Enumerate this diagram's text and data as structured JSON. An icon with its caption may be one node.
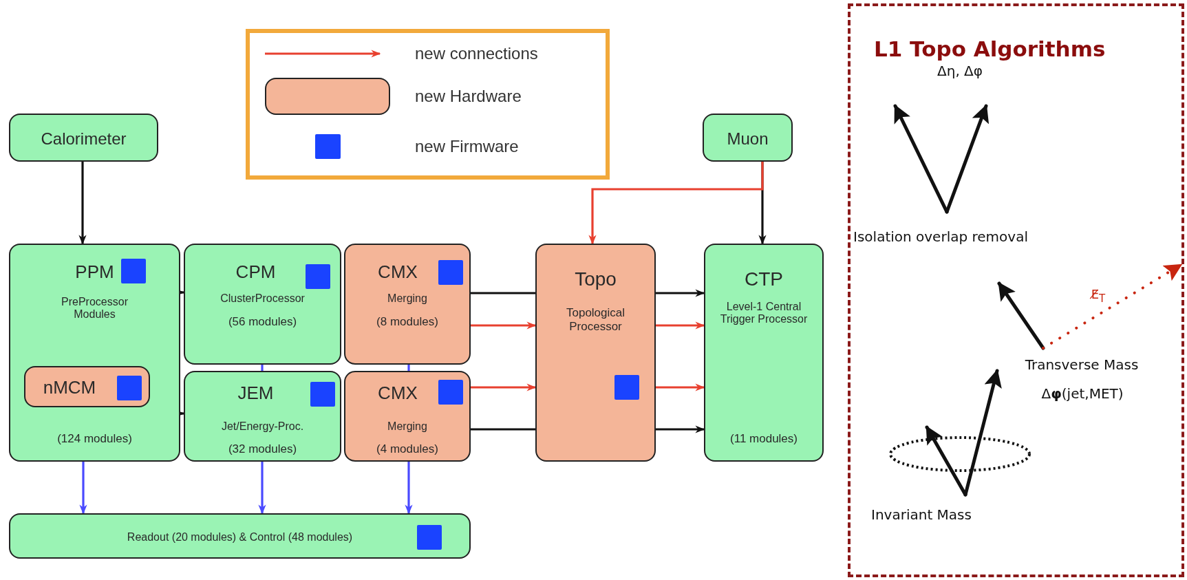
{
  "diagram": {
    "nodes": [
      {
        "text": [
          "Calorimeter"
        ]
      },
      {
        "text": [
          "Muon"
        ]
      },
      {
        "text": [
          "PPM",
          "PreProcessor Modules",
          "(124 modules)"
        ]
      },
      {
        "text": [
          "nMCM"
        ],
        "in": 2
      },
      {
        "text": [
          "CPM",
          "ClusterProcessor",
          "(56 modules)"
        ]
      },
      {
        "text": [
          "CMX",
          "Merging",
          "(8 modules)"
        ]
      },
      {
        "text": [
          "Topo",
          "Topological Processor"
        ]
      },
      {
        "text": [
          "CTP",
          "Level-1 Central Trigger Processor",
          "(11 modules)"
        ]
      },
      {
        "text": [
          "JEM",
          "Jet/Energy-Proc.",
          "(32 modules)"
        ]
      },
      {
        "text": [
          "CMX",
          "Merging",
          "(4 modules)"
        ]
      },
      {
        "text": [
          "Readout (20 modules) & Control (48 modules)"
        ]
      },
      {
        "text": [
          "L1 Topo Algorithms"
        ]
      }
    ],
    "edges": [
      {
        "from": 0,
        "to": 2,
        "arrow": "to"
      },
      {
        "from": 1,
        "to": 7,
        "arrow": "to"
      },
      {
        "from": 1,
        "to": 6,
        "arrow": "to",
        "color": "#e8402f"
      },
      {
        "from": 2,
        "to": 4,
        "arrow": "to"
      },
      {
        "from": 2,
        "to": 8,
        "arrow": "to"
      },
      {
        "from": 4,
        "to": 8,
        "arrow": "none",
        "color": "#4a4aff"
      },
      {
        "from": 5,
        "to": 9,
        "arrow": "none",
        "color": "#4a4aff"
      },
      {
        "from": 5,
        "to": 6,
        "arrow": "none"
      },
      {
        "from": 5,
        "to": 6,
        "arrow": "to",
        "color": "#e8402f"
      },
      {
        "from": 9,
        "to": 6,
        "arrow": "to",
        "color": "#e8402f"
      },
      {
        "from": 9,
        "to": 6,
        "arrow": "none"
      },
      {
        "from": 6,
        "to": 7,
        "arrow": "to"
      },
      {
        "from": 6,
        "to": 7,
        "arrow": "to",
        "color": "#e8402f"
      },
      {
        "from": 6,
        "to": 7,
        "arrow": "to",
        "color": "#e8402f"
      },
      {
        "from": 6,
        "to": 7,
        "arrow": "to"
      },
      {
        "from": 2,
        "to": 10,
        "arrow": "to",
        "color": "#4a4aff"
      },
      {
        "from": 8,
        "to": 10,
        "arrow": "to",
        "color": "#4a4aff"
      },
      {
        "from": 9,
        "to": 10,
        "arrow": "to",
        "color": "#4a4aff"
      }
    ],
    "labels": [
      "Δη, Δφ",
      "Isolation overlap removal",
      "E̸$_{T}$",
      "Transverse Mass",
      "Δ**φ**(jet,MET)",
      "Invariant Mass"
    ],
    "legend": [
      {
        "text": "new connections"
      },
      {
        "text": "new Hardware",
        "color": "#f4b598"
      },
      {
        "text": "new Firmware",
        "color": "#1a43ff"
      }
    ]
  }
}
